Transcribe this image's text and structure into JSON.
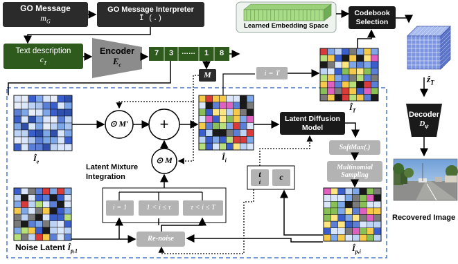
{
  "go_message": {
    "title": "GO Message",
    "symbol": "m_G"
  },
  "interpreter": {
    "title": "GO Message Interpreter",
    "symbol": "Ĩ (.)"
  },
  "text_description": {
    "title": "Text description",
    "symbol": "c_T"
  },
  "encoder": {
    "title": "Encoder",
    "symbol": "E_c"
  },
  "token_strip": {
    "cells": [
      "7",
      "3",
      "……",
      "1",
      "8"
    ],
    "color": "#2f5a1e"
  },
  "mask_label": "M",
  "learned_embedding_space": "Learned Embedding Space",
  "codebook_selection": "Codebook Selection",
  "z_t_label": "ẑ_T",
  "i_equals_t": "i = T",
  "i_t_label": "Î_T",
  "decoder": {
    "title": "Decoder",
    "symbol": "D_ψ"
  },
  "recovered_image": "Recovered Image",
  "i_e_label": "Î_e",
  "i_i_label": "Î_i",
  "m_prime_op": "⊙ M′",
  "m_op": "⊙ M",
  "plus_op": "+",
  "latent_mixture": "Latent Mixture Integration",
  "latent_diffusion": "Latent Diffusion Model",
  "softmax": "SoftMax(.)",
  "multinomial": "Multinomial Sampling",
  "t_i": "t_i",
  "c": "c",
  "i_p_i_label": "Î_p,i",
  "noise_latent": "Noise Latent",
  "noise_symbol": "Î_p,1",
  "conditions": [
    "i = 1",
    "1 < i ≤ τ",
    "τ < i ≤ T"
  ],
  "renoise": "Re-noise",
  "colors": {
    "dark_box": "#2b2b2b",
    "green_box": "#2f5a1e",
    "encoder_gray": "#8c8c8c",
    "dashed_blue": "#4a78c8",
    "cube_blue": "#7d95e0"
  }
}
